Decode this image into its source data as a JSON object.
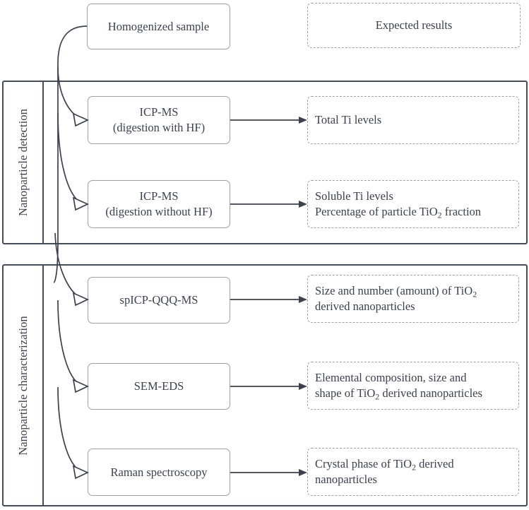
{
  "diagram": {
    "source_node": {
      "label": "Homogenized sample"
    },
    "results_header": {
      "label": "Expected results"
    },
    "groups": [
      {
        "id": "nanoparticle-detection",
        "label": "Nanoparticle detection",
        "rows": [
          {
            "method": "ICP-MS\n(digestion with HF)",
            "method_line1": "ICP-MS",
            "method_line2": "(digestion with HF)",
            "result_line1": "Total Ti levels",
            "result_line2": ""
          },
          {
            "method": "ICP-MS\n(digestion without HF)",
            "method_line1": "ICP-MS",
            "method_line2": "(digestion without HF)",
            "result_line1": "Soluble Ti levels",
            "result_line2": "Percentage of particle TiO2 fraction"
          }
        ]
      },
      {
        "id": "nanoparticle-characterization",
        "label": "Nanoparticle characterization",
        "rows": [
          {
            "method": "spICP-QQQ-MS",
            "method_line1": "spICP-QQQ-MS",
            "method_line2": "",
            "result_line1": "Size and number (amount) of TiO2",
            "result_line2": "derived nanoparticles"
          },
          {
            "method": "SEM-EDS",
            "method_line1": "SEM-EDS",
            "method_line2": "",
            "result_line1": "Elemental composition, size and",
            "result_line2": "shape of TiO2 derived nanoparticles"
          },
          {
            "method": "Raman spectroscopy",
            "method_line1": "Raman spectroscopy",
            "method_line2": "",
            "result_line1": "Crystal phase of TiO2 derived",
            "result_line2": "nanoparticles"
          }
        ]
      }
    ],
    "colors": {
      "text": "#3b414e",
      "group_border": "#444b59",
      "node_border": "#9aa1ad",
      "connector": "#3b414e",
      "background": "#ffffff"
    }
  }
}
